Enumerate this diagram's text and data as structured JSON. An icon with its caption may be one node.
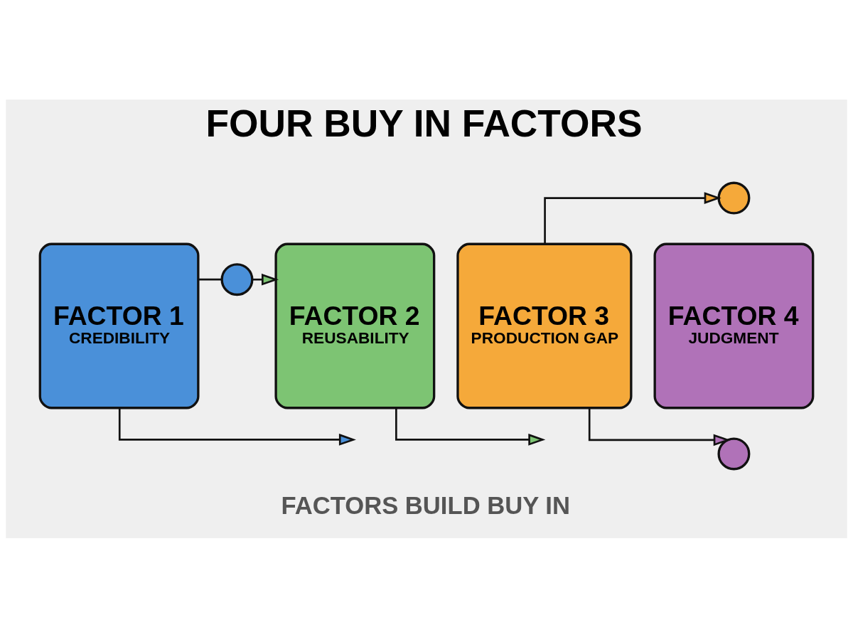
{
  "diagram": {
    "title": "FOUR BUY IN FACTORS",
    "caption": "FACTORS BUILD BUY IN",
    "nodes": [
      {
        "text": [
          "FACTOR 1",
          "CREDIBILITY"
        ]
      },
      {
        "text": [
          "FACTOR 2",
          "REUSABILITY"
        ]
      },
      {
        "text": [
          "FACTOR 3",
          "PRODUCTION GAP"
        ]
      },
      {
        "text": [
          "FACTOR 4",
          "JUDGMENT"
        ]
      },
      {
        "text": [],
        "shape": "circle"
      },
      {
        "text": [],
        "shape": "circle"
      },
      {
        "text": [],
        "shape": "circle"
      }
    ],
    "edges": [
      {
        "from": 0,
        "to": 4,
        "arrow": "none"
      },
      {
        "from": 4,
        "to": 1,
        "arrow": "to"
      },
      {
        "from": 0,
        "to": null,
        "arrow": "to"
      },
      {
        "from": 1,
        "to": null,
        "arrow": "to"
      },
      {
        "from": 2,
        "to": 5,
        "arrow": "to"
      },
      {
        "from": 2,
        "to": 6,
        "arrow": "to"
      }
    ]
  }
}
